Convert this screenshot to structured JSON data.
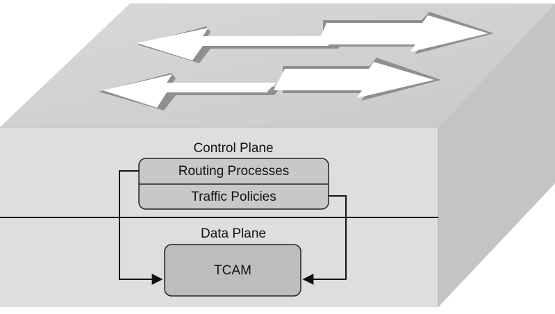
{
  "diagram": {
    "title": "",
    "control_plane": {
      "label": "Control Plane",
      "modules": [
        {
          "label": "Routing Processes"
        },
        {
          "label": "Traffic Policies"
        }
      ]
    },
    "data_plane": {
      "label": "Data Plane",
      "table": {
        "label": "TCAM"
      }
    },
    "colors": {
      "top_face": "#cfcfcf",
      "front_face": "#dddddd",
      "side_face": "#c2c2c2",
      "module_fill": "#c8c8c8",
      "tcam_fill": "#bdbdbd",
      "arrow_fill": "#ffffff",
      "arrow_shadow": "#8f8f8f",
      "line": "#111111"
    }
  }
}
